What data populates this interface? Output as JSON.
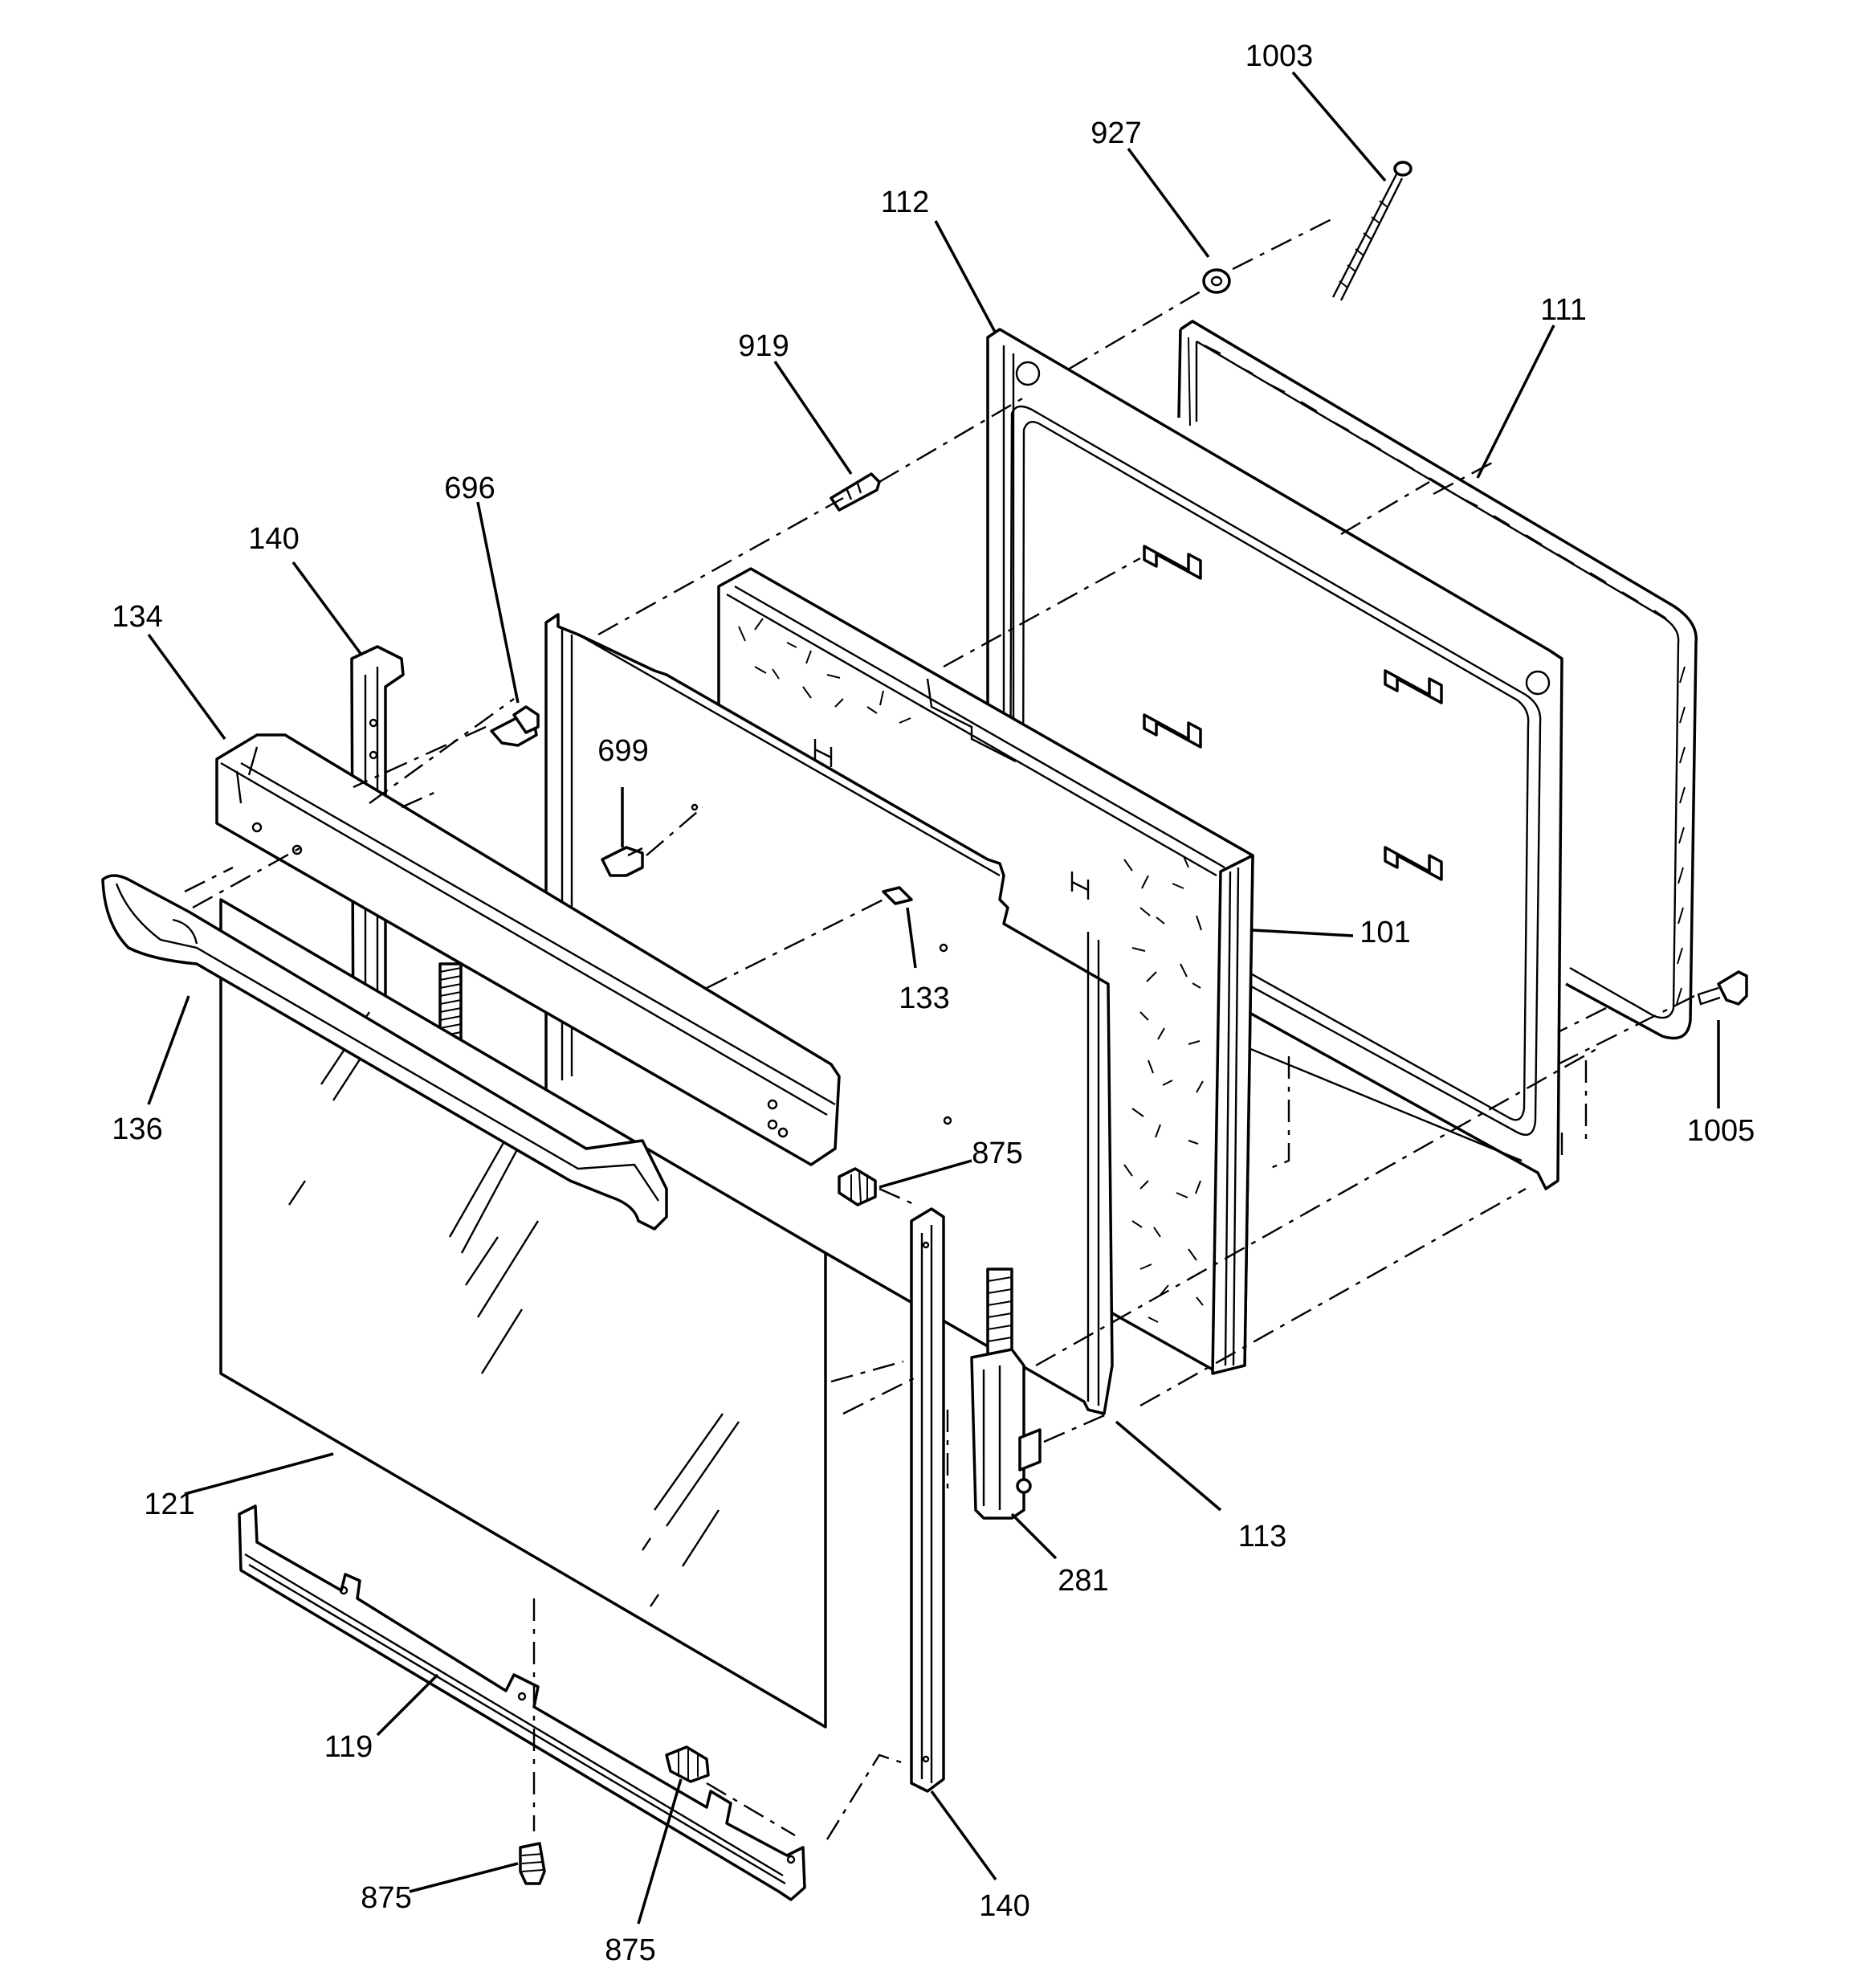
{
  "callouts": [
    {
      "id": "c1003",
      "text": "1003"
    },
    {
      "id": "c927",
      "text": "927"
    },
    {
      "id": "c112",
      "text": "112"
    },
    {
      "id": "c111",
      "text": "111"
    },
    {
      "id": "c919",
      "text": "919"
    },
    {
      "id": "c696",
      "text": "696"
    },
    {
      "id": "c140a",
      "text": "140"
    },
    {
      "id": "c134",
      "text": "134"
    },
    {
      "id": "c699",
      "text": "699"
    },
    {
      "id": "c101",
      "text": "101"
    },
    {
      "id": "c133",
      "text": "133"
    },
    {
      "id": "c136",
      "text": "136"
    },
    {
      "id": "c1005",
      "text": "1005"
    },
    {
      "id": "c875a",
      "text": "875"
    },
    {
      "id": "c113",
      "text": "113"
    },
    {
      "id": "c121",
      "text": "121"
    },
    {
      "id": "c281",
      "text": "281"
    },
    {
      "id": "c119",
      "text": "119"
    },
    {
      "id": "c875b",
      "text": "875"
    },
    {
      "id": "c140b",
      "text": "140"
    },
    {
      "id": "c875c",
      "text": "875"
    }
  ]
}
